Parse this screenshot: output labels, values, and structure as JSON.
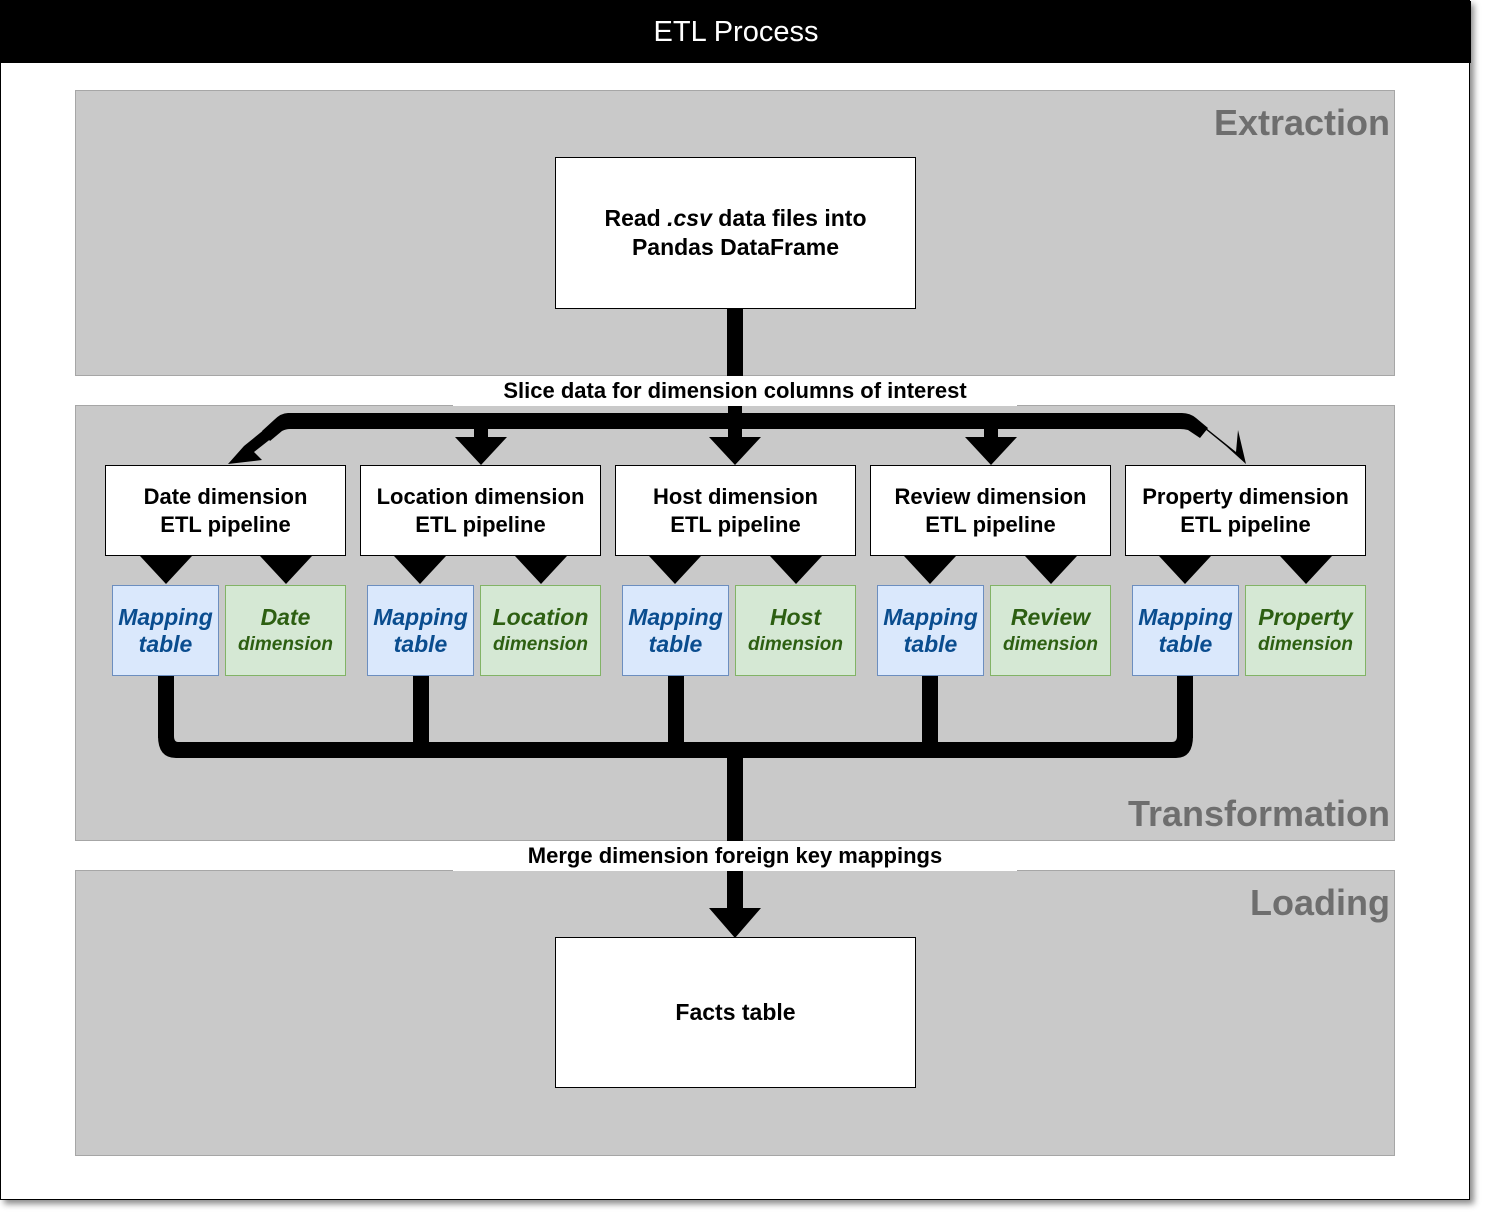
{
  "title": "ETL Process",
  "colors": {
    "title_bar": "#000000",
    "stage_fill": "#c9c9c9",
    "stage_label": "#6e6e6e",
    "mapping_fill": "#dae8fc",
    "mapping_border": "#6c8ebf",
    "mapping_text": "#0a4d8f",
    "dimension_fill": "#d5e8d4",
    "dimension_border": "#82b366",
    "dimension_text": "#2d5f12",
    "connector": "#000000"
  },
  "stages": {
    "extraction": "Extraction",
    "transformation": "Transformation",
    "loading": "Loading"
  },
  "extraction": {
    "source_box": {
      "line1_prefix": "Read ",
      "line1_emph": ".csv",
      "line1_suffix": " data files into",
      "line2": "Pandas DataFrame"
    }
  },
  "edges": {
    "slice": "Slice data for dimension columns of interest",
    "merge": "Merge dimension foreign key mappings"
  },
  "pipelines": [
    {
      "line1": "Date dimension",
      "line2": "ETL pipeline",
      "mapping": {
        "line1": "Mapping",
        "line2": "table"
      },
      "dimension": {
        "line1": "Date",
        "line2": "dimension"
      }
    },
    {
      "line1": "Location dimension",
      "line2": "ETL pipeline",
      "mapping": {
        "line1": "Mapping",
        "line2": "table"
      },
      "dimension": {
        "line1": "Location",
        "line2": "dimension"
      }
    },
    {
      "line1": "Host dimension",
      "line2": "ETL pipeline",
      "mapping": {
        "line1": "Mapping",
        "line2": "table"
      },
      "dimension": {
        "line1": "Host",
        "line2": "dimension"
      }
    },
    {
      "line1": "Review dimension",
      "line2": "ETL pipeline",
      "mapping": {
        "line1": "Mapping",
        "line2": "table"
      },
      "dimension": {
        "line1": "Review",
        "line2": "dimension"
      }
    },
    {
      "line1": "Property dimension",
      "line2": "ETL pipeline",
      "mapping": {
        "line1": "Mapping",
        "line2": "table"
      },
      "dimension": {
        "line1": "Property",
        "line2": "dimension"
      }
    }
  ],
  "loading": {
    "target_box": "Facts table"
  }
}
